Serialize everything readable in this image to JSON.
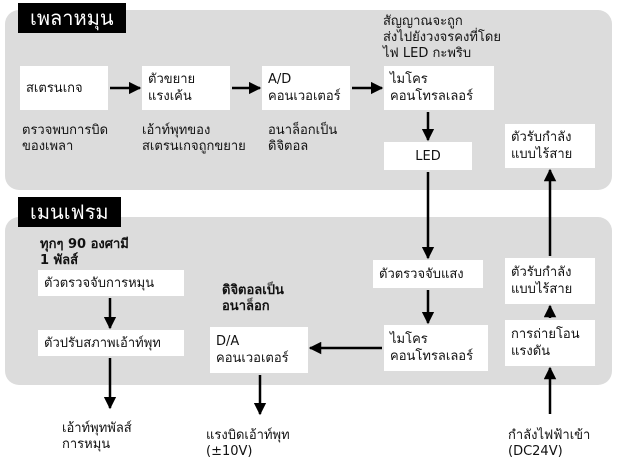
{
  "rotor": {
    "title": "เพลาหมุน",
    "note": [
      "สัญญาณจะถูก",
      "ส่งไปยังวงจรคงที่โดย",
      "ไฟ LED กะพริบ"
    ],
    "boxes": {
      "strain_gauge": "สเตรนเกจ",
      "amplifier": [
        "ตัวขยาย",
        "แรงเค้น"
      ],
      "ad_converter": [
        "A/D",
        "คอนเวอเตอร์"
      ],
      "microcontroller": [
        "ไมโคร",
        "คอนโทรลเลอร์"
      ],
      "led": "LED",
      "wireless_receiver": [
        "ตัวรับกำลัง",
        "แบบไร้สาย"
      ]
    },
    "captions": {
      "strain_gauge": [
        "ตรวจพบการบิด",
        "ของเพลา"
      ],
      "amplifier": [
        "เอ้าท์พุทของ",
        "สเตรนเกจถูกขยาย"
      ],
      "ad_converter": [
        "อนาล็อกเป็น",
        "ดิจิตอล"
      ]
    }
  },
  "stator": {
    "title": "เมนเฟรม",
    "note": [
      "ทุกๆ 90 องศามี",
      "1 พัลส์"
    ],
    "boxes": {
      "rotation_detector": "ตัวตรวจจับการหมุน",
      "output_conditioner": "ตัวปรับสภาพเอ้าท์พุท",
      "da_converter": [
        "D/A",
        "คอนเวอเตอร์"
      ],
      "light_detector": "ตัวตรวจจับแสง",
      "microcontroller": [
        "ไมโคร",
        "คอนโทรลเลอร์"
      ],
      "wireless_transmitter": [
        "ตัวรับกำลัง",
        "แบบไร้สาย"
      ],
      "voltage_converter": [
        "การถ่ายโอน",
        "แรงดัน"
      ]
    },
    "captions": {
      "da_converter": [
        "ดิจิตอลเป็น",
        "อนาล็อก"
      ]
    }
  },
  "outputs": {
    "pulse": [
      "เอ้าท์พุทพัลส์",
      "การหมุน"
    ],
    "torque": [
      "แรงบิดเอ้าท์พุท",
      "(±10V)"
    ],
    "power": [
      "กำลังไฟฟ้าเข้า",
      "(DC24V)"
    ]
  }
}
